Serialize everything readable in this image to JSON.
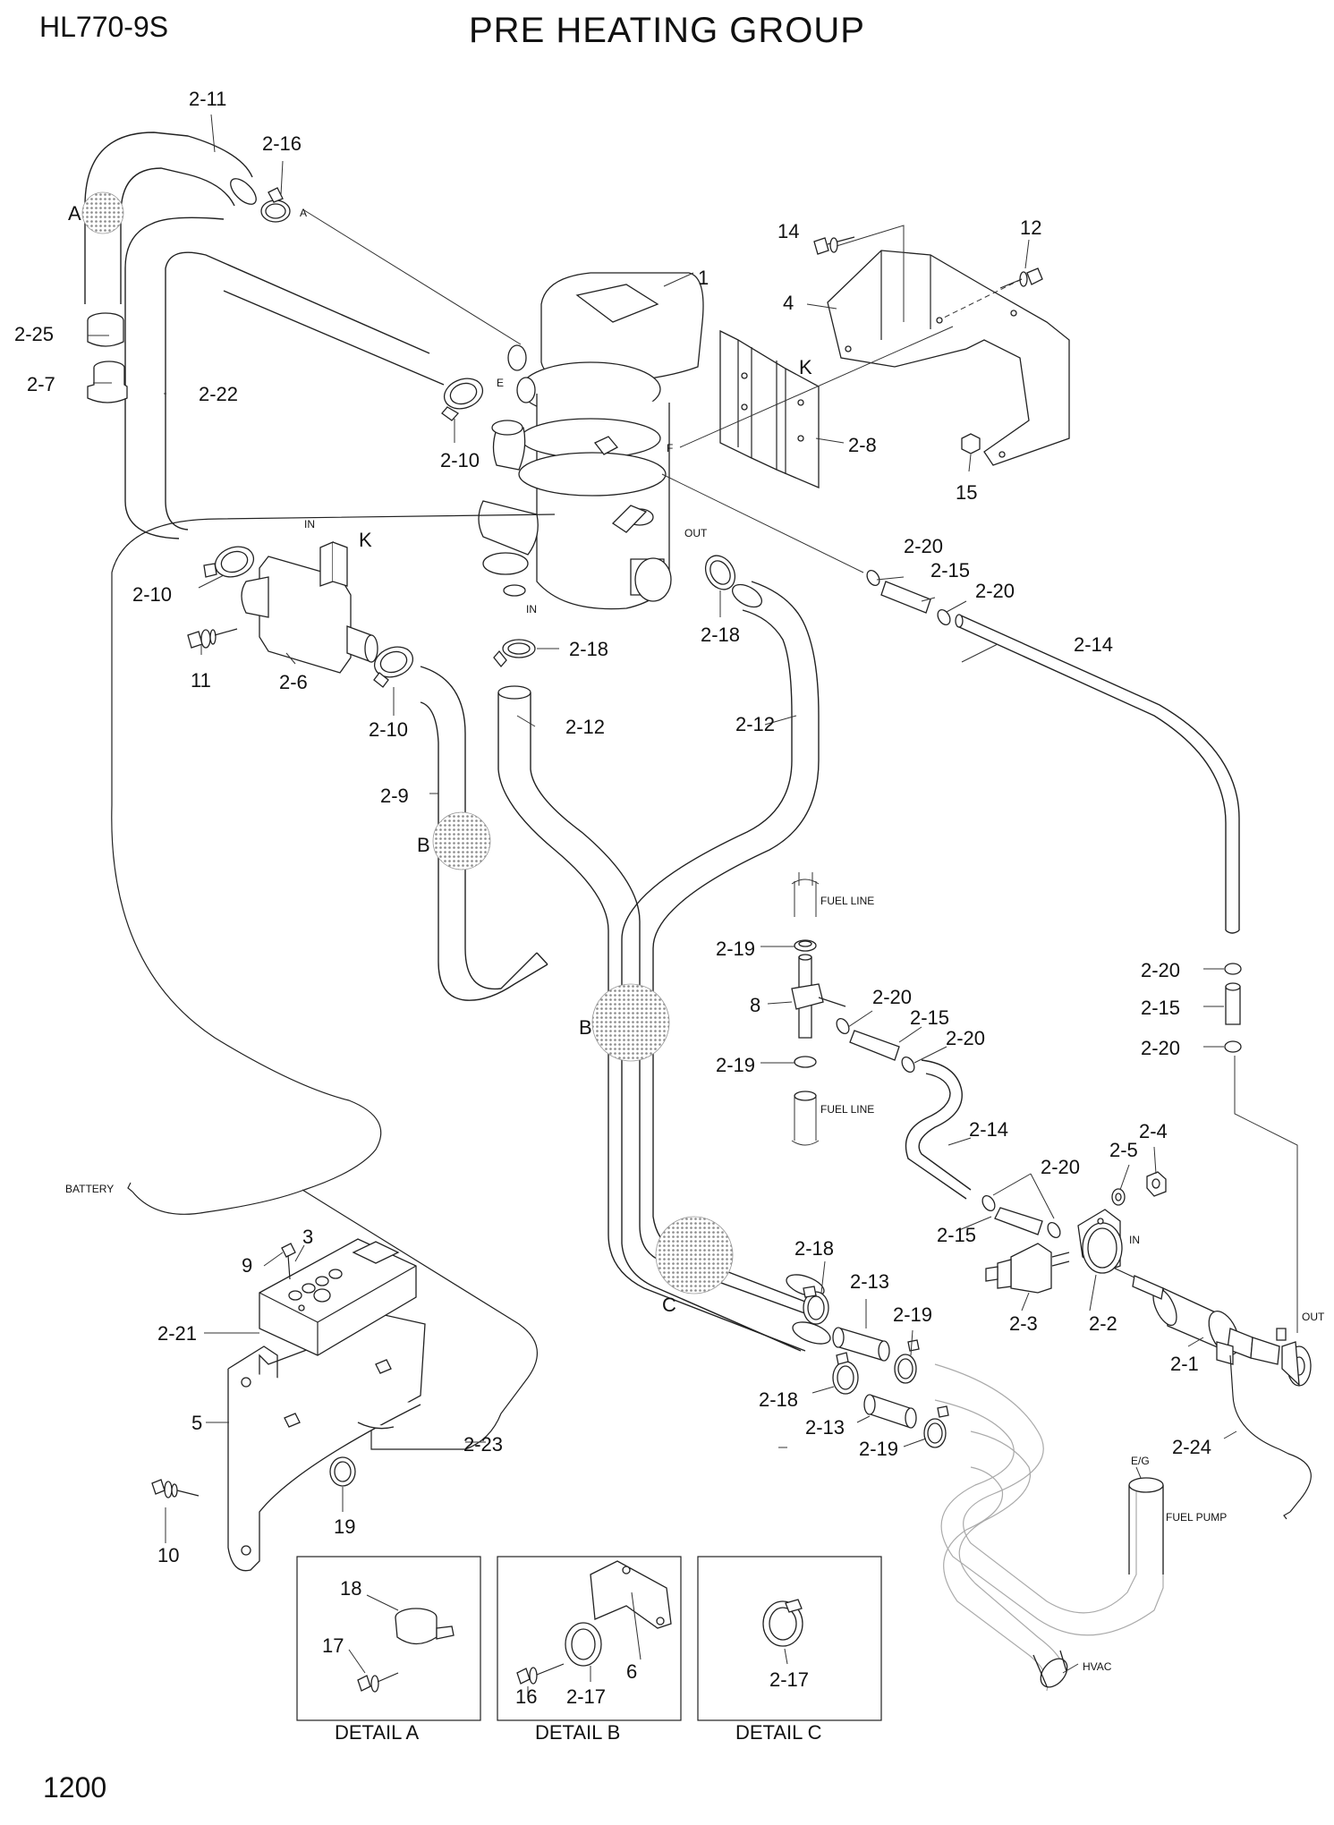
{
  "header": {
    "model": "HL770-9S",
    "title": "PRE HEATING GROUP",
    "page_number": "1200"
  },
  "callouts": {
    "p1": "1",
    "p3": "3",
    "p4": "4",
    "p5": "5",
    "p8": "8",
    "p9": "9",
    "p10": "10",
    "p11": "11",
    "p12": "12",
    "p14": "14",
    "p15": "15",
    "p19": "19",
    "p2_1": "2-1",
    "p2_2": "2-2",
    "p2_3": "2-3",
    "p2_4": "2-4",
    "p2_5": "2-5",
    "p2_6": "2-6",
    "p2_7": "2-7",
    "p2_8": "2-8",
    "p2_9": "2-9",
    "p2_10": "2-10",
    "p2_11": "2-11",
    "p2_12": "2-12",
    "p2_13": "2-13",
    "p2_14": "2-14",
    "p2_15": "2-15",
    "p2_16": "2-16",
    "p2_18": "2-18",
    "p2_19": "2-19",
    "p2_20": "2-20",
    "p2_21": "2-21",
    "p2_22": "2-22",
    "p2_23": "2-23",
    "p2_24": "2-24",
    "p2_25": "2-25"
  },
  "detail_markers": {
    "a": "A",
    "b": "B",
    "c": "C",
    "k": "K",
    "e": "E",
    "f": "F"
  },
  "connection_labels": {
    "in": "IN",
    "out": "OUT",
    "fuel_line": "FUEL LINE",
    "battery": "BATTERY",
    "fuel_pump": "FUEL PUMP",
    "eg": "E/G",
    "hvac": "HVAC"
  },
  "details": [
    {
      "title": "DETAIL A",
      "parts": [
        "18",
        "17"
      ]
    },
    {
      "title": "DETAIL B",
      "parts": [
        "6",
        "16",
        "2-17"
      ]
    },
    {
      "title": "DETAIL C",
      "parts": [
        "2-17"
      ]
    }
  ],
  "colors": {
    "line": "#222222",
    "shade": "#9a9a9a",
    "ghost": "#aaaaaa"
  }
}
